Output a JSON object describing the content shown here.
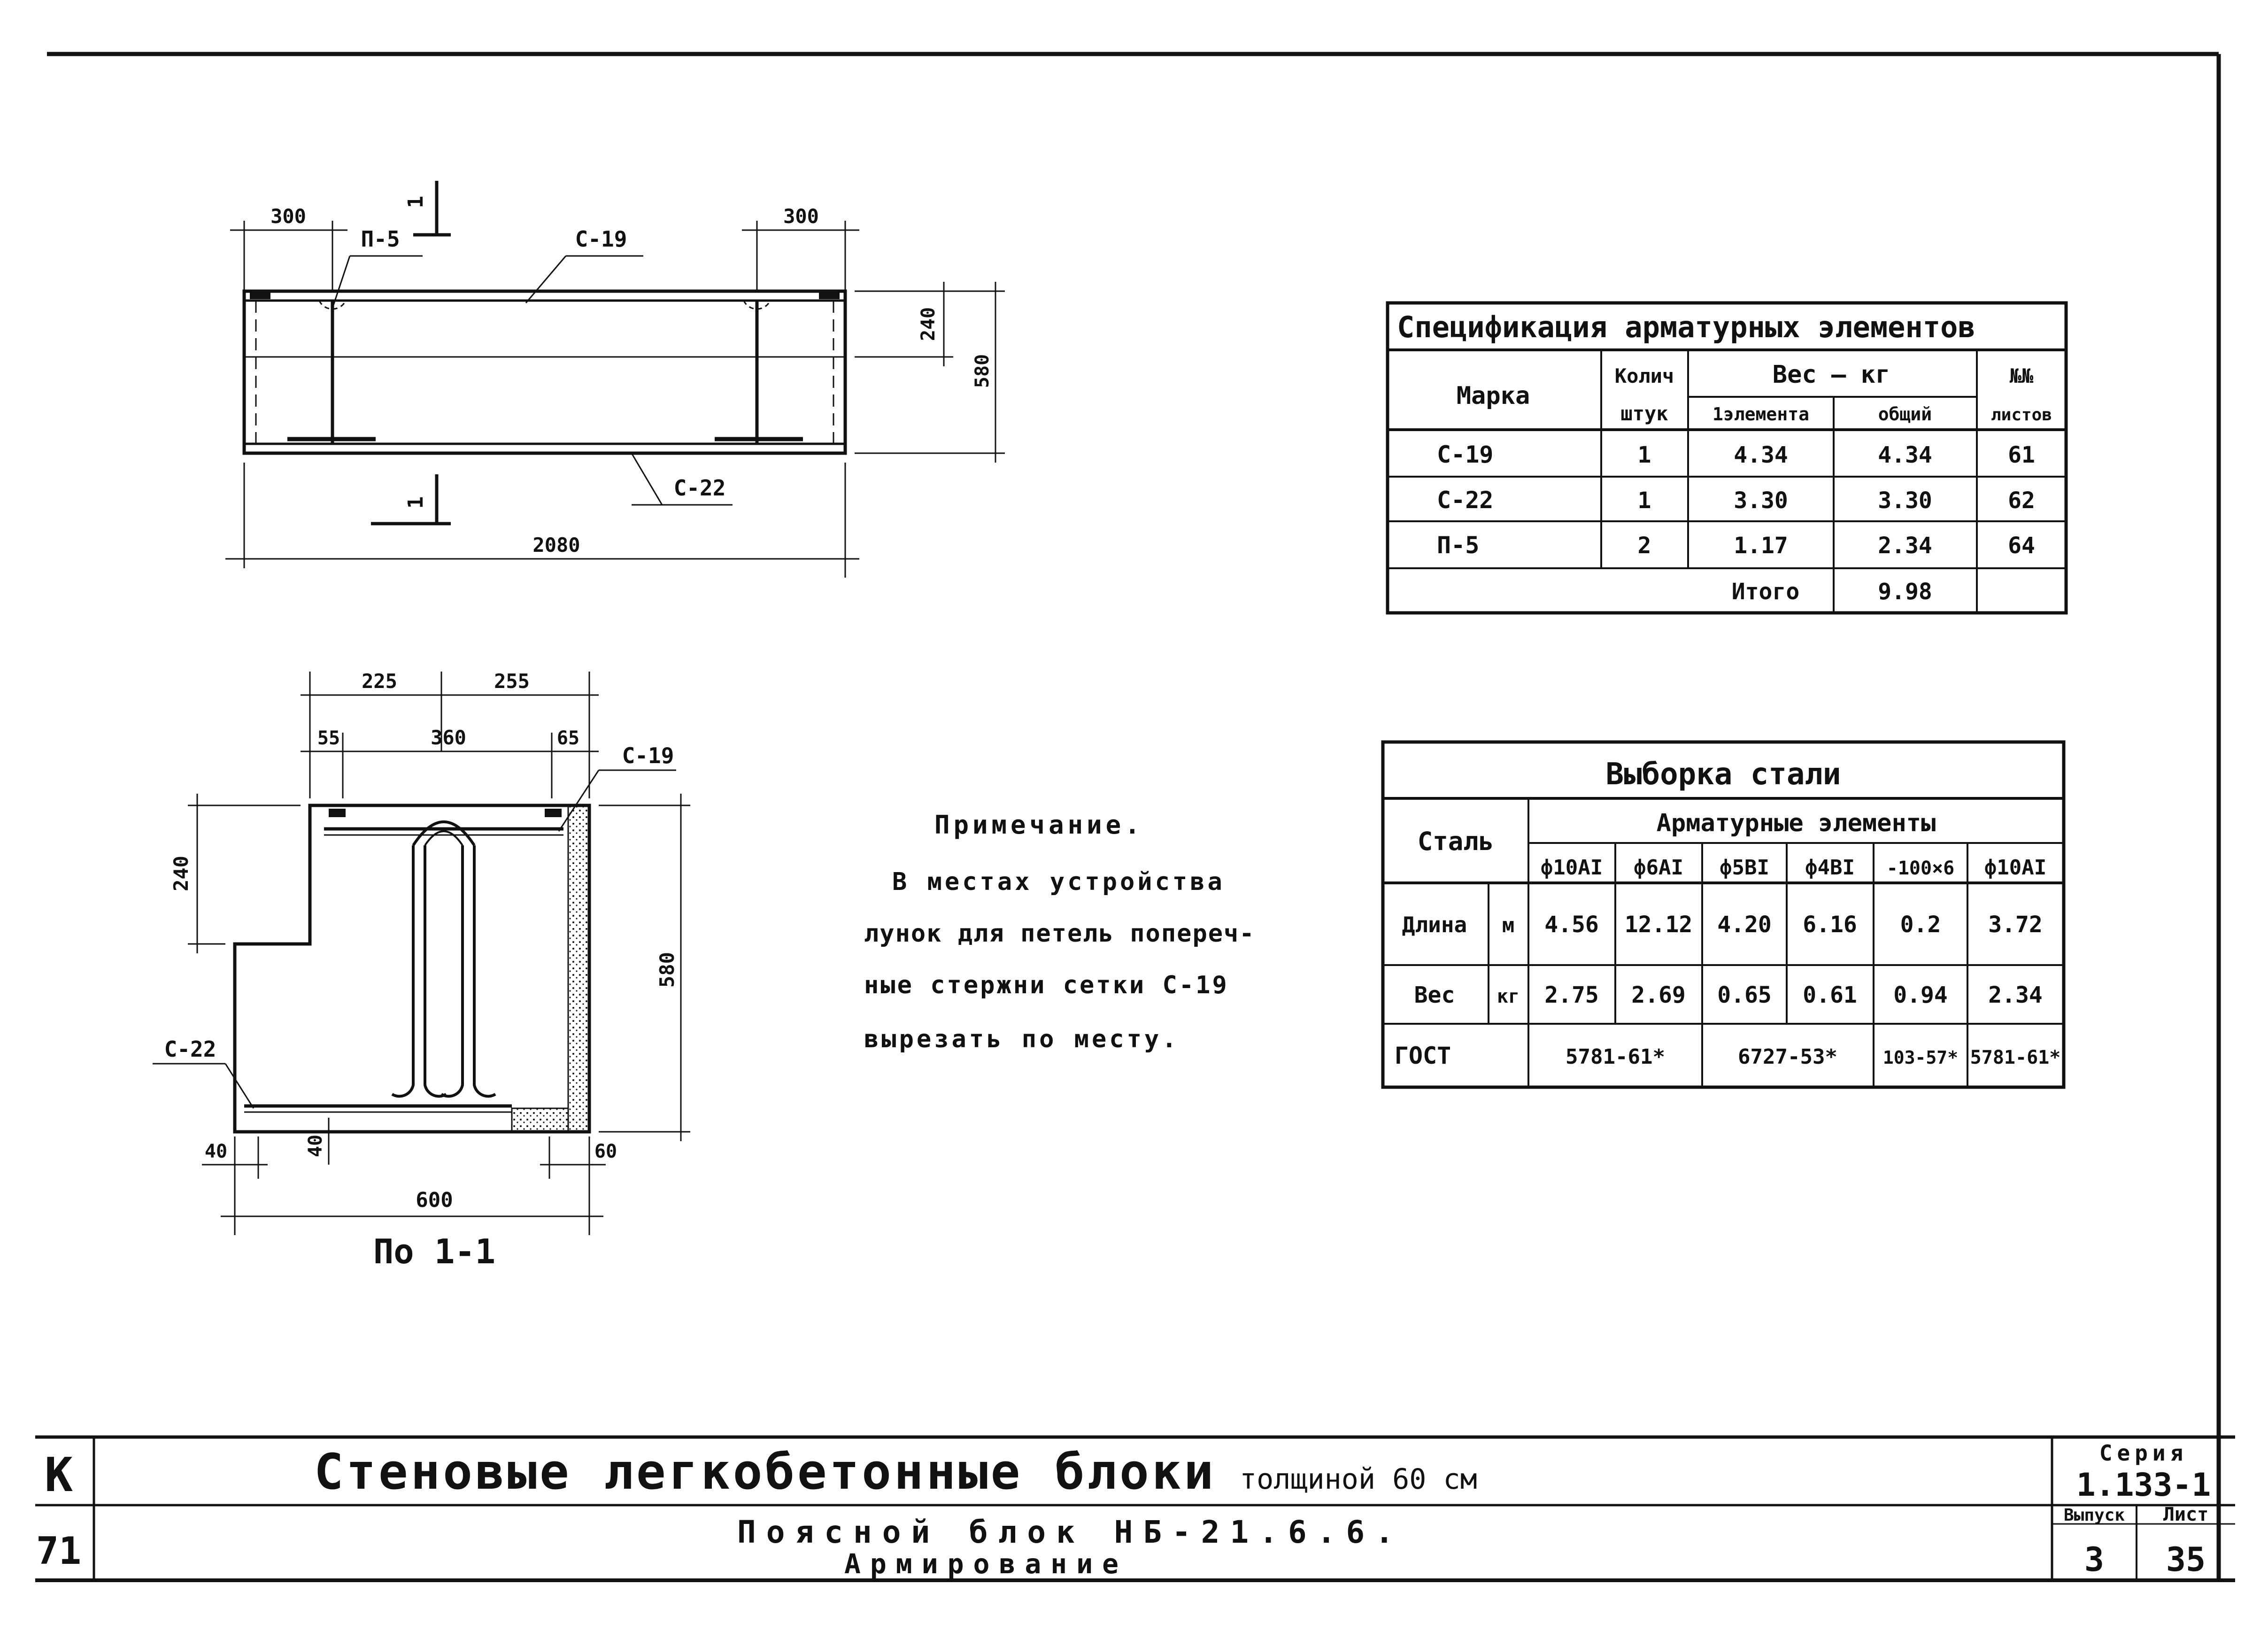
{
  "plan": {
    "dim_left": "300",
    "dim_right": "300",
    "dim_height_inner": "240",
    "dim_height": "580",
    "dim_length": "2080",
    "label_p5": "П-5",
    "label_c19": "С-19",
    "label_c22": "С-22",
    "section_top": "1",
    "section_bottom": "1"
  },
  "section": {
    "dim_225": "225",
    "dim_255": "255",
    "dim_55": "55",
    "dim_360": "360",
    "dim_65": "65",
    "dim_240": "240",
    "dim_580": "580",
    "dim_40a": "40",
    "dim_40b": "40",
    "dim_60": "60",
    "dim_600": "600",
    "label_c19": "С-19",
    "label_c22": "С-22",
    "caption": "По 1-1"
  },
  "spec_table": {
    "title": "Спецификация арматурных элементов",
    "headers": {
      "mark": "Марка",
      "qty_line1": "Колич",
      "qty_line2": "штук",
      "weight": "Вес — кг",
      "weight_one": "1элемента",
      "weight_total": "общий",
      "sheet_line1": "№№",
      "sheet_line2": "листов"
    },
    "rows": [
      {
        "mark": "С-19",
        "qty": "1",
        "one": "4.34",
        "total": "4.34",
        "sheet": "61"
      },
      {
        "mark": "С-22",
        "qty": "1",
        "one": "3.30",
        "total": "3.30",
        "sheet": "62"
      },
      {
        "mark": "П-5",
        "qty": "2",
        "one": "1.17",
        "total": "2.34",
        "sheet": "64"
      }
    ],
    "total_label": "Итого",
    "total_value": "9.98"
  },
  "steel_table": {
    "title": "Выборка стали",
    "steel_label": "Сталь",
    "group_label": "Арматурные элементы",
    "columns": [
      "ф10АI",
      "ф6АI",
      "ф5ВI",
      "ф4ВI",
      "-100×6",
      "ф10АI"
    ],
    "length_label": "Длина",
    "length_unit": "м",
    "lengths": [
      "4.56",
      "12.12",
      "4.20",
      "6.16",
      "0.2",
      "3.72"
    ],
    "weight_label": "Вес",
    "weight_unit": "кг",
    "weights": [
      "2.75",
      "2.69",
      "0.65",
      "0.61",
      "0.94",
      "2.34"
    ],
    "gost_label": "ГОСТ",
    "gost": [
      "5781-61*",
      "6727-53*",
      "103-57*",
      "5781-61*"
    ]
  },
  "note": {
    "title": "Примечание.",
    "lines": [
      "В местах устройства",
      "лунок для петель попереч-",
      "ные стержни сетки С-19",
      "вырезать по месту."
    ]
  },
  "title_block": {
    "k_label": "К",
    "k_number": "71",
    "title": "Стеновые легкобетонные блоки",
    "title_suffix": "толщиной 60 см",
    "subtitle": "Поясной блок НБ-21.6.6.",
    "subtitle2": "Армирование",
    "series_label": "Серия",
    "series_value": "1.133-1",
    "issue_label": "Выпуск",
    "issue_value": "3",
    "sheet_label": "Лист",
    "sheet_value": "35"
  }
}
